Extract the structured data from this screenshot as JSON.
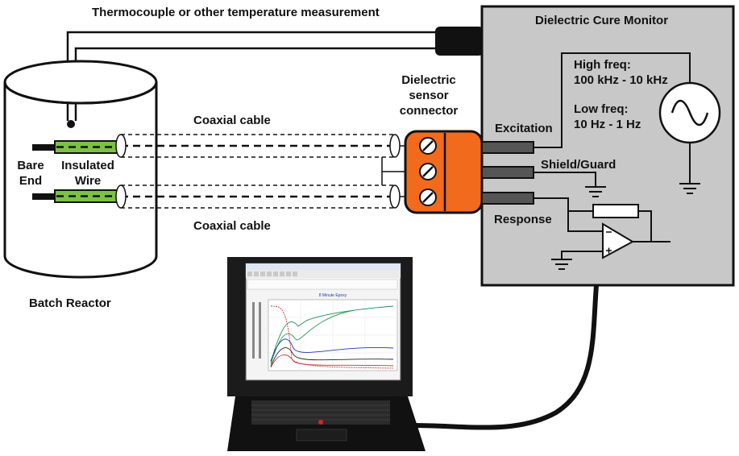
{
  "labels": {
    "thermocouple": "Thermocouple or other temperature measurement",
    "monitor_title": "Dielectric Cure Monitor",
    "high_freq_title": "High freq:",
    "high_freq_range": "100 kHz - 10 kHz",
    "low_freq_title": "Low freq:",
    "low_freq_range": "10 Hz - 1 Hz",
    "sensor_connector": [
      "Dielectric",
      "sensor",
      "connector"
    ],
    "coax_top": "Coaxial cable",
    "coax_bottom": "Coaxial cable",
    "bare_end": [
      "Bare",
      "End"
    ],
    "insulated_wire": [
      "Insulated",
      "Wire"
    ],
    "excitation": "Excitation",
    "shield_guard": "Shield/Guard",
    "response": "Response",
    "batch_reactor": "Batch Reactor"
  },
  "laptop_screen": {
    "plot_title": "8 Minute Epoxy"
  },
  "colors": {
    "monitor_fill": "#c8c8c8",
    "connector_orange": "#f26a1b",
    "wire_green": "#7cc242",
    "background": "#ffffff"
  },
  "icons": [
    "sine-wave-source-icon",
    "ground-symbol-icon",
    "op-amp-icon",
    "resistor-icon",
    "screw-terminal-icon"
  ]
}
